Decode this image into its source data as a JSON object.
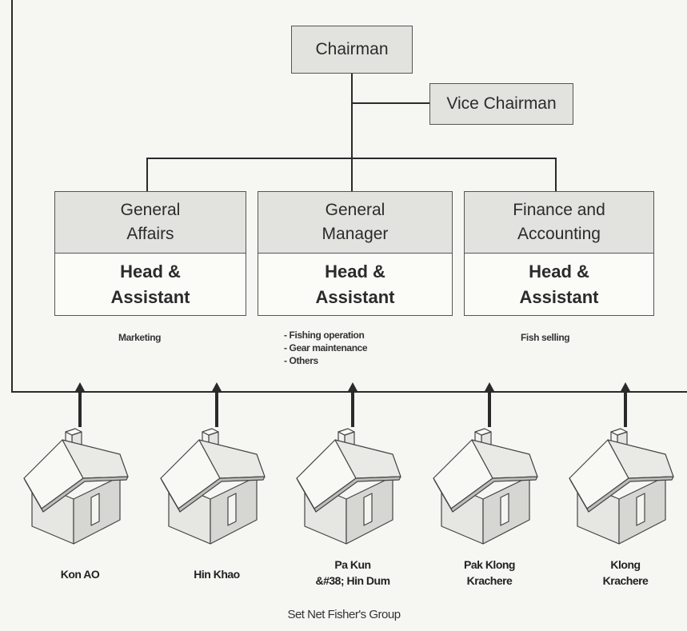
{
  "org": {
    "chairman": "Chairman",
    "vice_chairman": "Vice Chairman",
    "departments": [
      {
        "name": "General\nAffairs",
        "role": "Head &\nAssistant",
        "duties": "Marketing"
      },
      {
        "name": "General\nManager",
        "role": "Head &\nAssistant",
        "duties": "- Fishing operation\n- Gear maintenance\n- Others"
      },
      {
        "name": "Finance and\nAccounting",
        "role": "Head &\nAssistant",
        "duties": "Fish selling"
      }
    ]
  },
  "villages": [
    {
      "name": "Kon AO"
    },
    {
      "name": "Hin Khao"
    },
    {
      "name": "Pa Kun\n&#38; Hin Dum"
    },
    {
      "name": "Pak Klong\nKrachere"
    },
    {
      "name": "Klong\nKrachere"
    }
  ],
  "caption": "Set Net Fisher's Group",
  "icons": {
    "house": "house-icon",
    "arrow": "arrow-up-icon"
  },
  "colors": {
    "box_fill": "#e2e2de",
    "role_fill": "#fbfbf8",
    "line": "#2a2a2a"
  }
}
